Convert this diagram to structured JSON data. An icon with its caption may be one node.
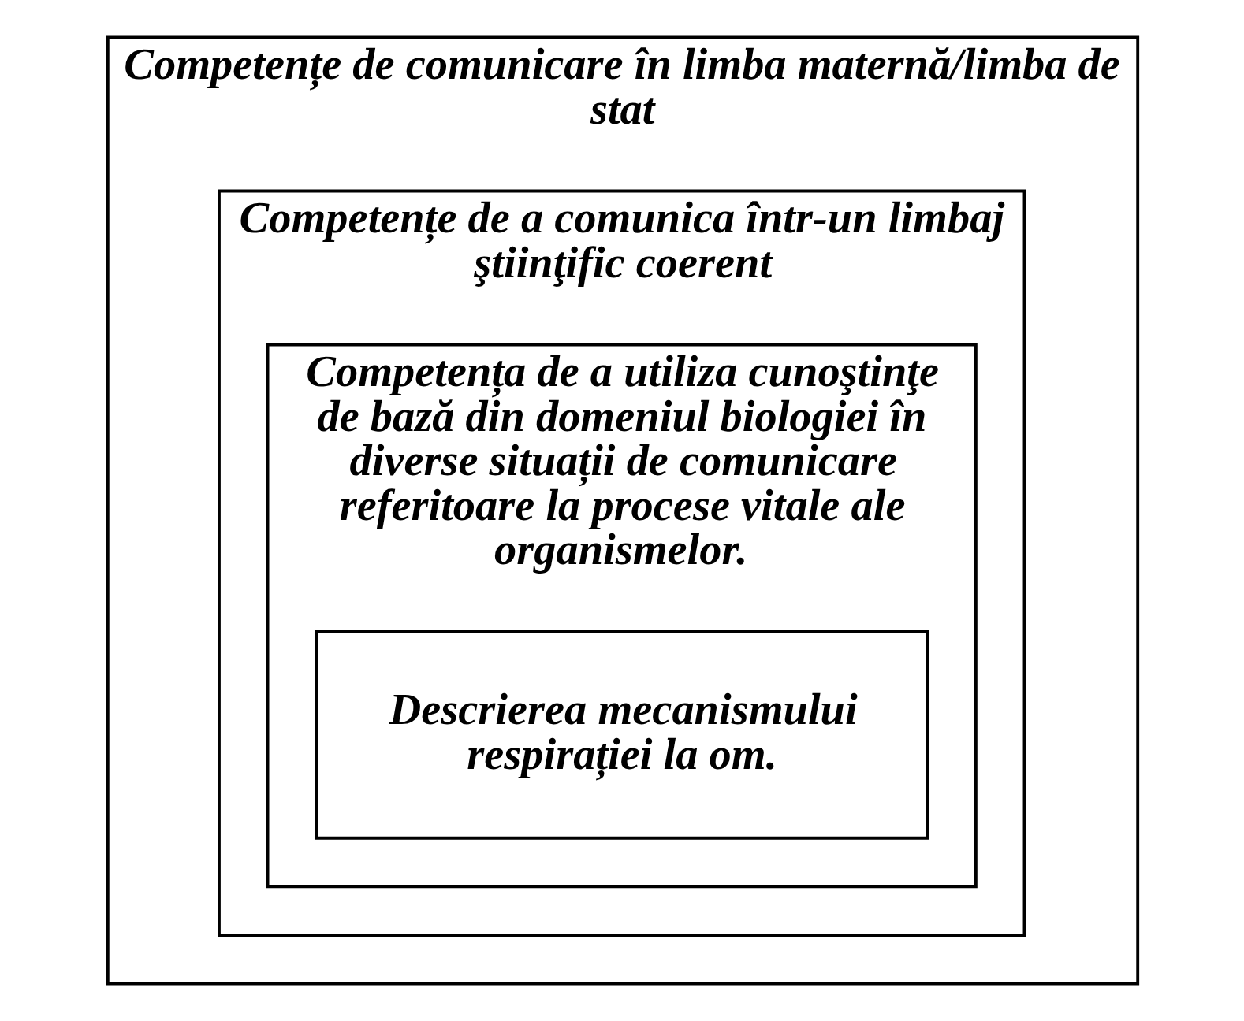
{
  "diagram": {
    "nodes": [
      {
        "text": [
          "Competențe de comunicare în limba maternă/limba de stat"
        ]
      },
      {
        "text": [
          "Competențe de a comunica într-un limbaj ştiinţific coerent"
        ],
        "in": 0
      },
      {
        "text": [
          "Competența de a utiliza cunoştinţe de bază din domeniul biologiei în diverse situații de comunicare referitoare la procese vitale ale organismelor."
        ],
        "in": 1
      },
      {
        "text": [
          "Descrierea mecanismului respirației la om."
        ],
        "in": 2
      }
    ]
  }
}
